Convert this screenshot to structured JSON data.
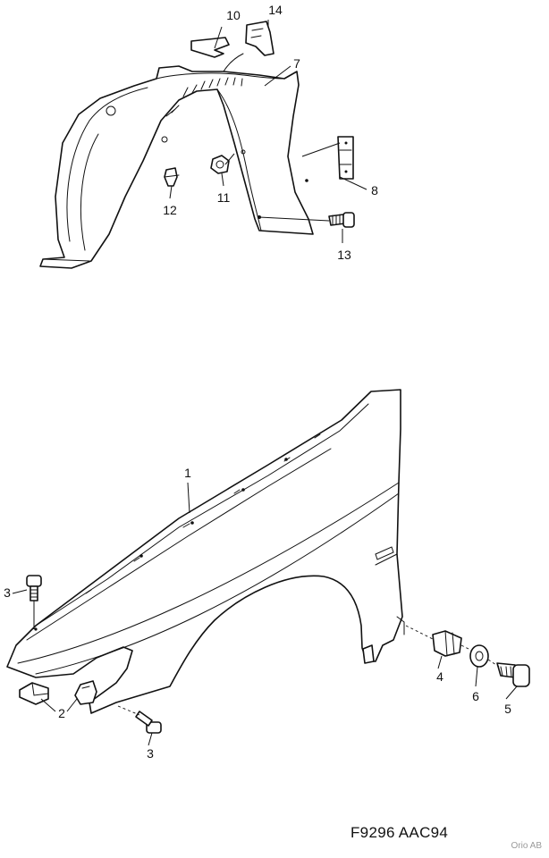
{
  "figure_code": "F9296 AAC94",
  "watermark": "Orio AB",
  "callouts": [
    "10",
    "14",
    "7",
    "8",
    "11",
    "12",
    "13",
    "1",
    "3",
    "2",
    "3",
    "4",
    "6",
    "5"
  ]
}
